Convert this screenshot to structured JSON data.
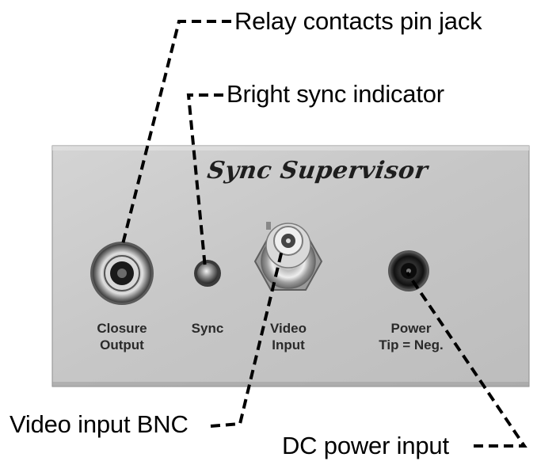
{
  "panel": {
    "title": "Sync Supervisor",
    "background_color": "#c9c9c9"
  },
  "panel_labels": {
    "closure_output": [
      "Closure",
      "Output"
    ],
    "sync": "Sync",
    "video_input": [
      "Video",
      "Input"
    ],
    "power": [
      "Power",
      "Tip = Neg."
    ]
  },
  "callouts": {
    "relay_contacts": "Relay contacts pin jack",
    "bright_sync": "Bright sync indicator",
    "video_bnc": "Video input BNC",
    "dc_power": "DC power input"
  }
}
